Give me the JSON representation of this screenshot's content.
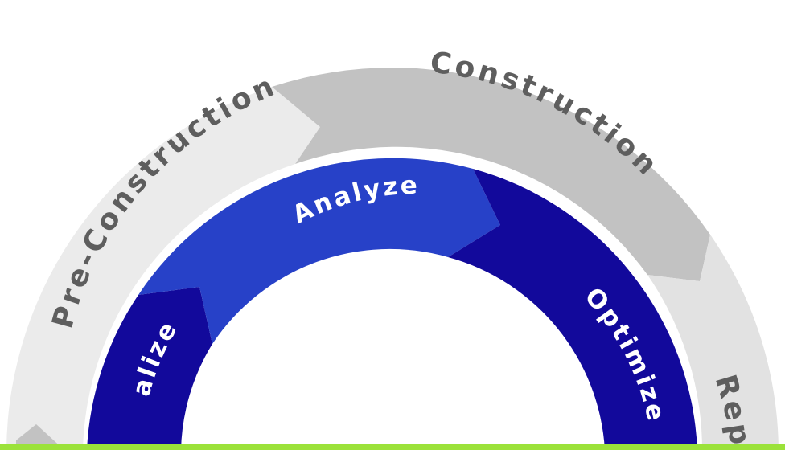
{
  "outer_ring": {
    "segments": [
      {
        "label": "Pre-Construction",
        "color": "#ebebeb",
        "text_color": "#5e5e5e"
      },
      {
        "label": "Construction",
        "color": "#c2c2c2",
        "text_color": "#5e5e5e"
      },
      {
        "label": "Rep",
        "color": "#e2e2e2",
        "text_color": "#5e5e5e"
      }
    ]
  },
  "inner_ring": {
    "segments": [
      {
        "label": "alize",
        "color": "#12099b",
        "text_color": "#ffffff"
      },
      {
        "label": "Analyze",
        "color": "#2741c8",
        "text_color": "#ffffff"
      },
      {
        "label": "Optimize",
        "color": "#12099b",
        "text_color": "#ffffff"
      }
    ]
  },
  "footer_bar": {
    "color": "#9be23a"
  }
}
